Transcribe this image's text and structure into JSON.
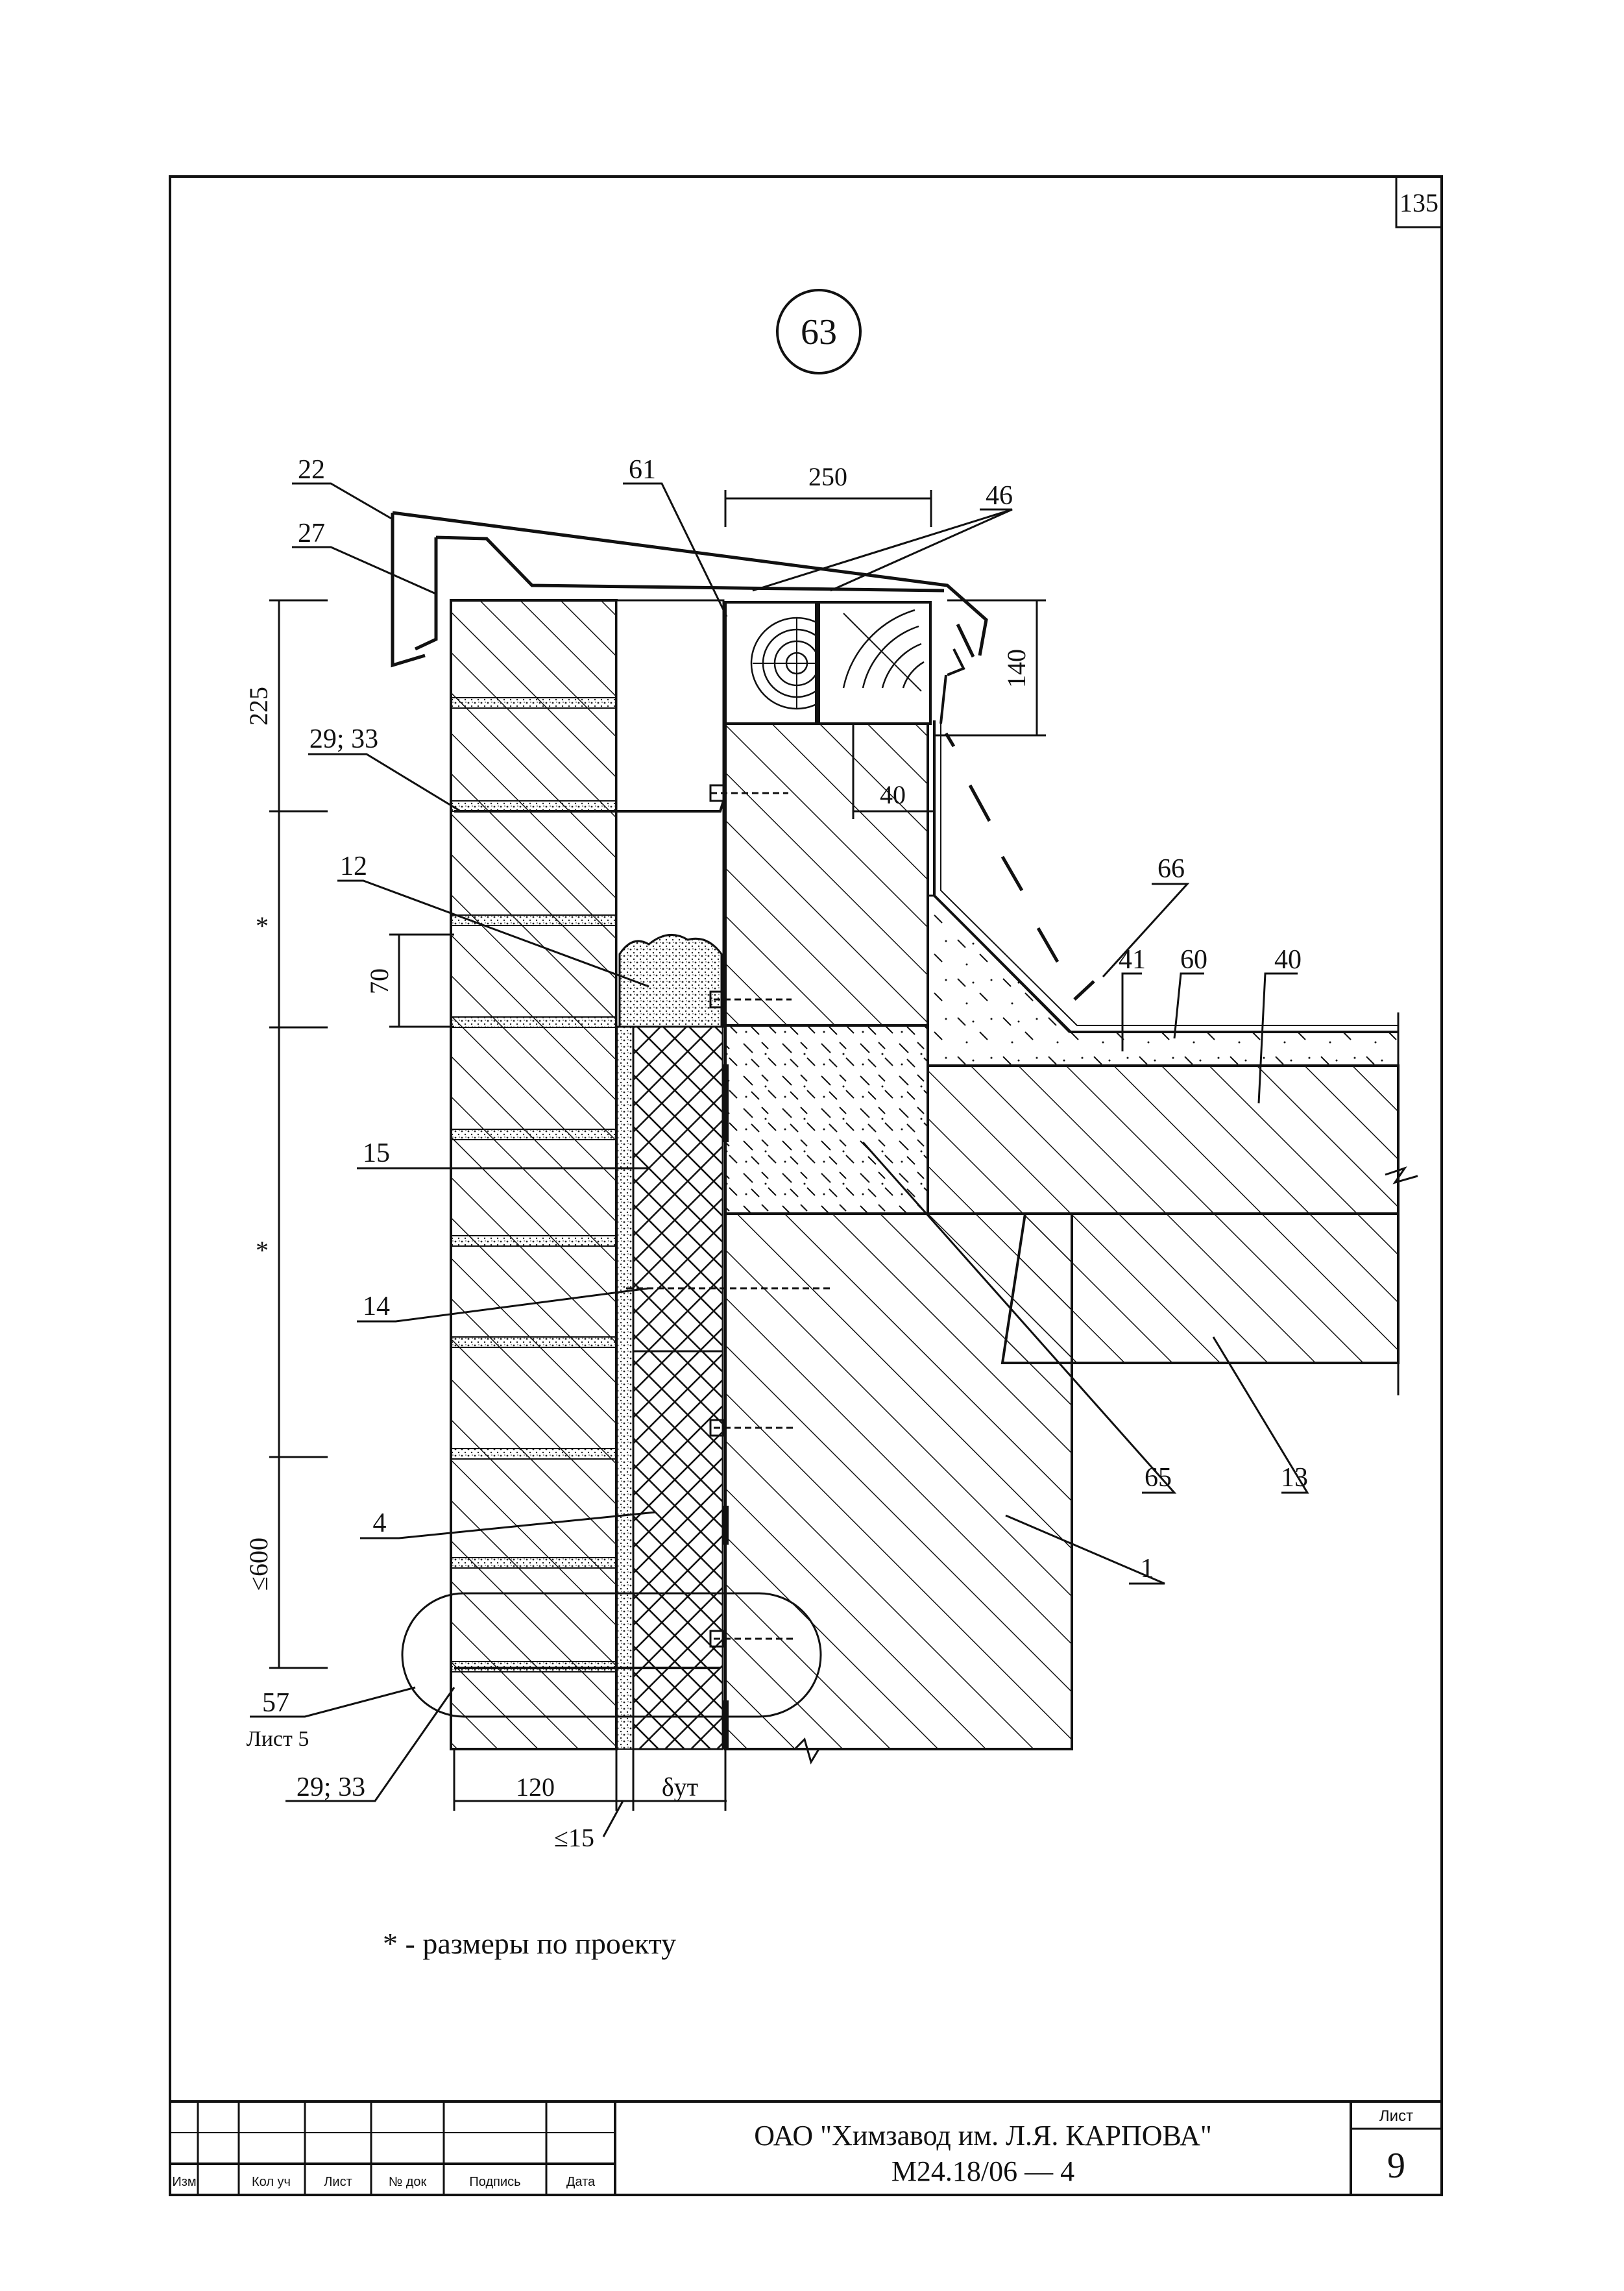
{
  "sheet_number_top": "135",
  "detail_number": "63",
  "dimensions": {
    "d250": "250",
    "d140": "140",
    "d40": "40",
    "d225": "225",
    "d70": "70",
    "star1": "*",
    "star2": "*",
    "d600": "≤600",
    "d120": "120",
    "d15": "≤15",
    "d_ut": "δут"
  },
  "callouts": {
    "c22": "22",
    "c27": "27",
    "c61": "61",
    "c46": "46",
    "c29_33_top": "29; 33",
    "c12": "12",
    "c66": "66",
    "c41": "41",
    "c60": "60",
    "c40": "40",
    "c15": "15",
    "c14": "14",
    "c4": "4",
    "c65": "65",
    "c13": "13",
    "c1": "1",
    "c57": "57",
    "c57_sheet": "Лист 5",
    "c29_33_bottom": "29; 33"
  },
  "note": "* - размеры по проекту",
  "title_block": {
    "col_izm": "Изм",
    "col_kol": "Кол уч",
    "col_list": "Лист",
    "col_ndoc": "№ док",
    "col_sign": "Подпись",
    "col_date": "Дата",
    "company": "ОАО \"Химзавод им. Л.Я. КАРПОВА\"",
    "doc_code": "М24.18/06 — 4",
    "sheet_label": "Лист",
    "sheet_value": "9"
  }
}
